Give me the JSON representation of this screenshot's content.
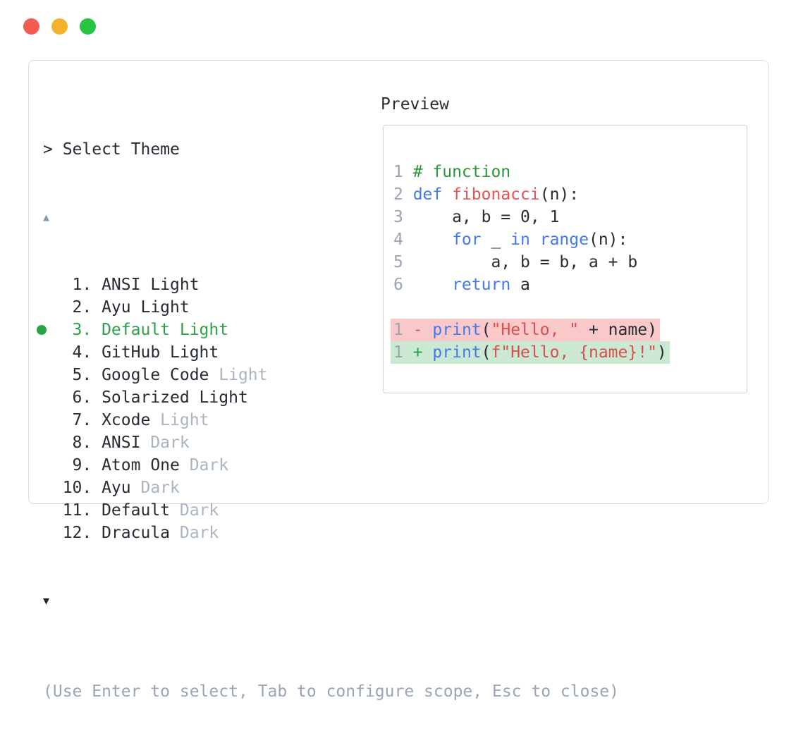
{
  "window": {
    "controls": [
      "close",
      "minimize",
      "maximize"
    ]
  },
  "prompt": "> Select Theme",
  "scroll": {
    "up": "▲",
    "down": "▼"
  },
  "themes": {
    "items": [
      {
        "num": "1.",
        "name": "ANSI Light",
        "variant": "",
        "selected": false
      },
      {
        "num": "2.",
        "name": "Ayu Light",
        "variant": "",
        "selected": false
      },
      {
        "num": "3.",
        "name": "Default Light",
        "variant": "",
        "selected": true
      },
      {
        "num": "4.",
        "name": "GitHub Light",
        "variant": "",
        "selected": false
      },
      {
        "num": "5.",
        "name": "Google Code",
        "variant": " Light",
        "selected": false
      },
      {
        "num": "6.",
        "name": "Solarized Light",
        "variant": "",
        "selected": false
      },
      {
        "num": "7.",
        "name": "Xcode",
        "variant": " Light",
        "selected": false
      },
      {
        "num": "8.",
        "name": "ANSI",
        "variant": " Dark",
        "selected": false
      },
      {
        "num": "9.",
        "name": "Atom One",
        "variant": " Dark",
        "selected": false
      },
      {
        "num": "10.",
        "name": "Ayu",
        "variant": " Dark",
        "selected": false
      },
      {
        "num": "11.",
        "name": "Default",
        "variant": " Dark",
        "selected": false
      },
      {
        "num": "12.",
        "name": "Dracula",
        "variant": " Dark",
        "selected": false
      }
    ]
  },
  "help_text": "(Use Enter to select, Tab to configure scope, Esc to close)",
  "preview": {
    "label": "Preview",
    "lines": [
      {
        "num": "1",
        "tokens": [
          {
            "t": "# function",
            "c": "cm"
          }
        ]
      },
      {
        "num": "2",
        "tokens": [
          {
            "t": "def",
            "c": "kw"
          },
          {
            "t": " ",
            "c": "pl"
          },
          {
            "t": "fibonacci",
            "c": "fn"
          },
          {
            "t": "(n):",
            "c": "pl"
          }
        ]
      },
      {
        "num": "3",
        "tokens": [
          {
            "t": "    a, b = 0, 1",
            "c": "pl"
          }
        ]
      },
      {
        "num": "4",
        "tokens": [
          {
            "t": "    ",
            "c": "pl"
          },
          {
            "t": "for",
            "c": "kw"
          },
          {
            "t": " _ ",
            "c": "pl"
          },
          {
            "t": "in",
            "c": "kw"
          },
          {
            "t": " ",
            "c": "pl"
          },
          {
            "t": "range",
            "c": "kw"
          },
          {
            "t": "(n):",
            "c": "pl"
          }
        ]
      },
      {
        "num": "5",
        "tokens": [
          {
            "t": "        a, b = b, a + b",
            "c": "pl"
          }
        ]
      },
      {
        "num": "6",
        "tokens": [
          {
            "t": "    ",
            "c": "pl"
          },
          {
            "t": "return",
            "c": "kw"
          },
          {
            "t": " a",
            "c": "pl"
          }
        ]
      },
      {
        "num": "",
        "tokens": []
      },
      {
        "num": "1",
        "bg": "removed",
        "tokens": [
          {
            "t": "-",
            "c": "mi"
          },
          {
            "t": " ",
            "c": "pl"
          },
          {
            "t": "print",
            "c": "kw"
          },
          {
            "t": "(",
            "c": "pl"
          },
          {
            "t": "\"Hello, \"",
            "c": "st"
          },
          {
            "t": " + name)",
            "c": "pl"
          }
        ]
      },
      {
        "num": "1",
        "bg": "added",
        "tokens": [
          {
            "t": "+",
            "c": "plu"
          },
          {
            "t": " ",
            "c": "pl"
          },
          {
            "t": "print",
            "c": "kw"
          },
          {
            "t": "(",
            "c": "pl"
          },
          {
            "t": "f\"Hello, {name}!\"",
            "c": "st"
          },
          {
            "t": ")",
            "c": "pl"
          }
        ]
      }
    ]
  },
  "colors": {
    "selected_green": "#29a347",
    "muted_suffix": "#a9b4c2",
    "comment_green": "#2b9639",
    "keyword_blue": "#4478f2",
    "string_red": "#d94f4f",
    "function_red": "#e05555",
    "removed_bg": "#f9c8c8",
    "added_bg": "#cbe8d2",
    "traffic_red": "#f45c52",
    "traffic_yellow": "#f2b32b",
    "traffic_green": "#26c440"
  }
}
